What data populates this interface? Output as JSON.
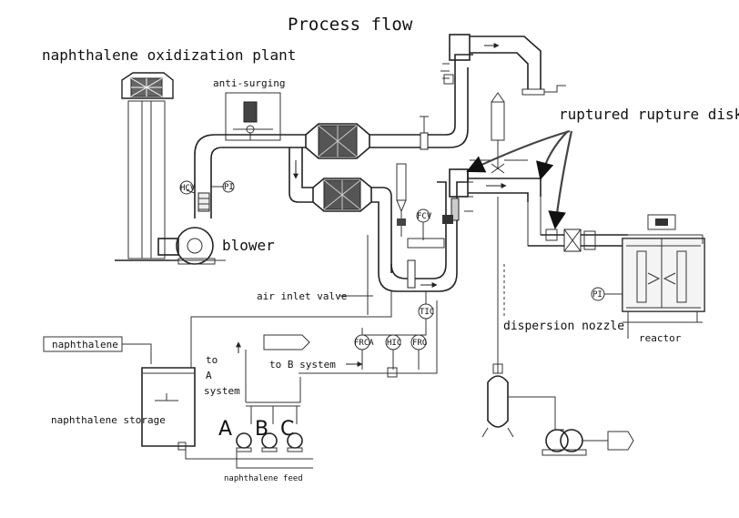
{
  "title": "Process flow",
  "labels": {
    "plant": "naphthalene oxidization plant",
    "anti_surging": "anti-surging",
    "rupture": "ruptured rupture disk",
    "blower": "blower",
    "air_inlet": "air inlet valve",
    "dispersion": "dispersion nozzle",
    "reactor": "reactor",
    "naphthalene": "naphthalene",
    "storage": "naphthalene storage",
    "feed": "naphthalene feed",
    "to_a_line1": "to",
    "to_a_line2": "A",
    "to_a_line3": "system",
    "to_b": "to B system",
    "pump_a": "A",
    "pump_b": "B",
    "pump_c": "C"
  },
  "instruments": {
    "hcv": "HCV",
    "pi_blower": "PI",
    "fcv": "FCV",
    "tic": "TIC",
    "frca": "FRCA",
    "hic": "HIC",
    "frg": "FRG",
    "pi_reactor": "PI"
  },
  "colors": {
    "line": "#222222",
    "arrow": "#111111",
    "background": "#ffffff"
  }
}
